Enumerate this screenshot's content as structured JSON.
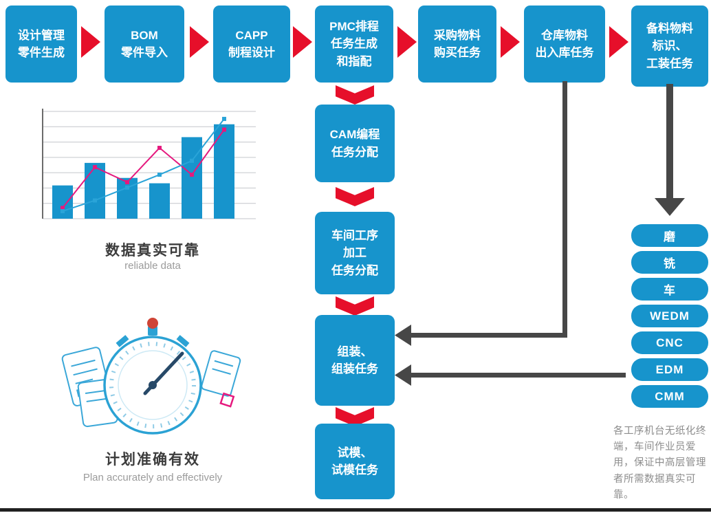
{
  "colors": {
    "box_blue": "#1794cc",
    "arrow_red": "#e60f2a",
    "connector_dark": "#474747",
    "line_pink": "#e5197e",
    "line_blue": "#2aa4d8"
  },
  "top_flow": [
    {
      "label": "设计管理\n零件生成"
    },
    {
      "label": "BOM\n零件导入"
    },
    {
      "label": "CAPP\n制程设计"
    },
    {
      "label": "PMC排程\n任务生成\n和指配"
    },
    {
      "label": "采购物料\n购买任务"
    },
    {
      "label": "仓库物料\n出入库任务"
    },
    {
      "label": "备料物料\n标识、\n工装任务"
    }
  ],
  "vertical_flow": [
    {
      "label": "CAM编程\n任务分配"
    },
    {
      "label": "车间工序\n加工\n任务分配"
    },
    {
      "label": "组装、\n组装任务"
    },
    {
      "label": "试模、\n试模任务"
    }
  ],
  "machines": [
    "磨",
    "铣",
    "车",
    "WEDM",
    "CNC",
    "EDM",
    "CMM"
  ],
  "captions": {
    "chart_zh": "数据真实可靠",
    "chart_en": "reliable data",
    "timer_zh": "计划准确有效",
    "timer_en": "Plan accurately and effectively"
  },
  "note": "各工序机台无纸化终端，车间作业员爱用，保证中高层管理者所需数据真实可靠。",
  "chart_data": {
    "type": "bar",
    "bars": [
      31,
      52,
      38,
      33,
      76,
      88
    ],
    "series": [
      {
        "name": "pink-line",
        "values": [
          10,
          48,
          34,
          66,
          41,
          83
        ]
      },
      {
        "name": "blue-line",
        "values": [
          7,
          17,
          29,
          41,
          54,
          93
        ]
      }
    ],
    "title": "数据真实可靠 (illustrative chart, no axis labels visible)",
    "grid": true
  }
}
